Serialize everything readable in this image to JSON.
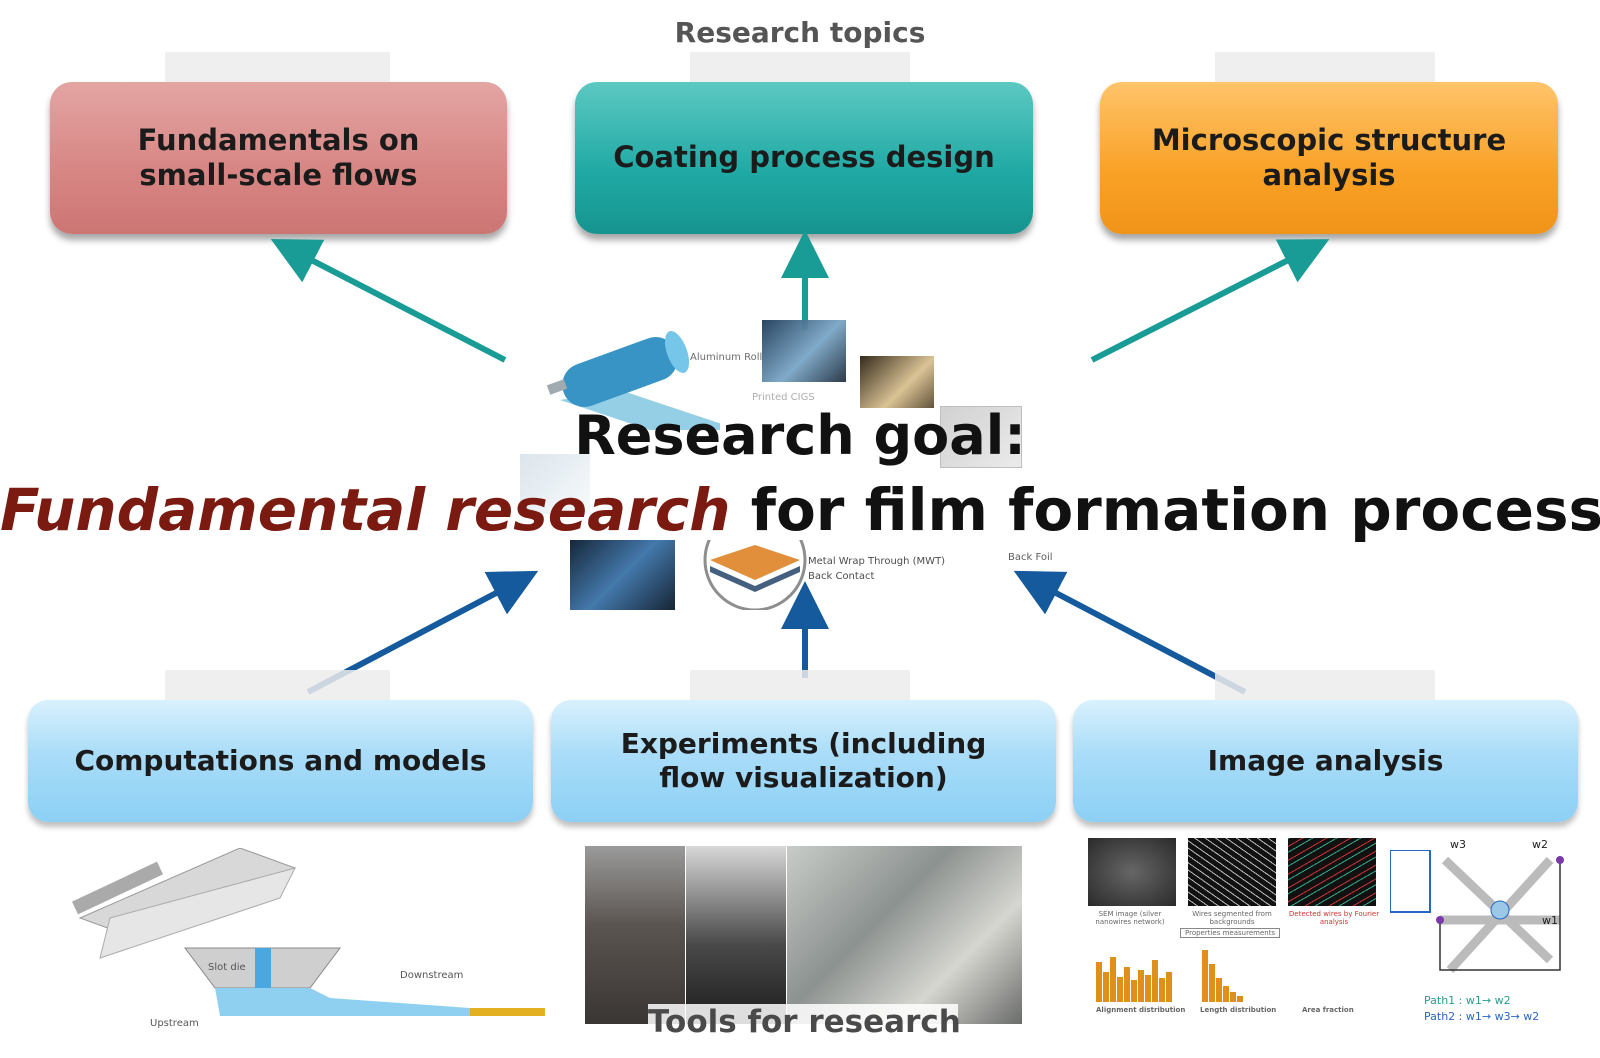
{
  "header": {
    "title": "Research topics"
  },
  "topics": [
    {
      "label": "Fundamentals on small-scale flows",
      "color": "#d98a89"
    },
    {
      "label": "Coating process design",
      "color": "#1fa9a4"
    },
    {
      "label": "Microscopic structure analysis",
      "color": "#f9a126"
    }
  ],
  "goal": {
    "line1": "Research goal:",
    "emphasis": "Fundamental research",
    "rest": " for film formation process",
    "emphasis_color": "#7a1a10"
  },
  "center_labels": {
    "aluminum_roll": "Aluminum Roll",
    "printed_cigs": "Printed CIGS",
    "metal_wrap": "Metal Wrap Through (MWT)",
    "back_contact": "Back Contact",
    "back_foil": "Back Foil"
  },
  "tools": [
    {
      "label": "Computations and models"
    },
    {
      "label": "Experiments (including flow visualization)"
    },
    {
      "label": "Image analysis"
    }
  ],
  "tools_caption": "Tools for research",
  "model_labels": {
    "slot_die": "Slot die",
    "downstream": "Downstream",
    "upstream": "Upstream"
  },
  "image_analysis": {
    "sem": "SEM image (silver nanowires network)",
    "segmented": "Wires segmented from backgrounds",
    "detected": "Detected wires by Fourier analysis",
    "properties": "Properties measurements",
    "alignment": "Alignment distribution",
    "length": "Length distribution",
    "area": "Area fraction",
    "w1": "w1",
    "w2": "w2",
    "w3": "w3",
    "path1": "Path1 : w1→ w2",
    "path2": "Path2 : w1→ w3→ w2"
  },
  "arrow_colors": {
    "up": "#1a9c96",
    "down": "#145a9c"
  }
}
